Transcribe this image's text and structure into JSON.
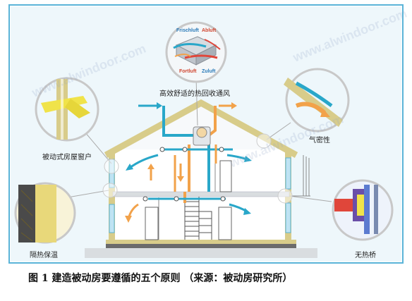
{
  "labels": {
    "heat_recovery": "高效舒适的热回收通风",
    "window": "被动式房屋窗户",
    "airtight": "气密性",
    "insulation": "隔热保温",
    "no_bridge": "无热桥"
  },
  "ventilation_unit": {
    "fresh": "Frischluft",
    "exhaust": "Abluft",
    "outgoing": "Fortluft",
    "supply": "Zuluft"
  },
  "caption": "图 1 建造被动房要遵循的五个原则 （来源：被动房研究所）",
  "watermark": "www.alwindoor.com",
  "colors": {
    "frame": "#5ab4d8",
    "wall": "#d8cc8a",
    "cold_air": "#29a7c9",
    "warm_air": "#f2a24a",
    "sky_bg": "#e4f2f8"
  }
}
